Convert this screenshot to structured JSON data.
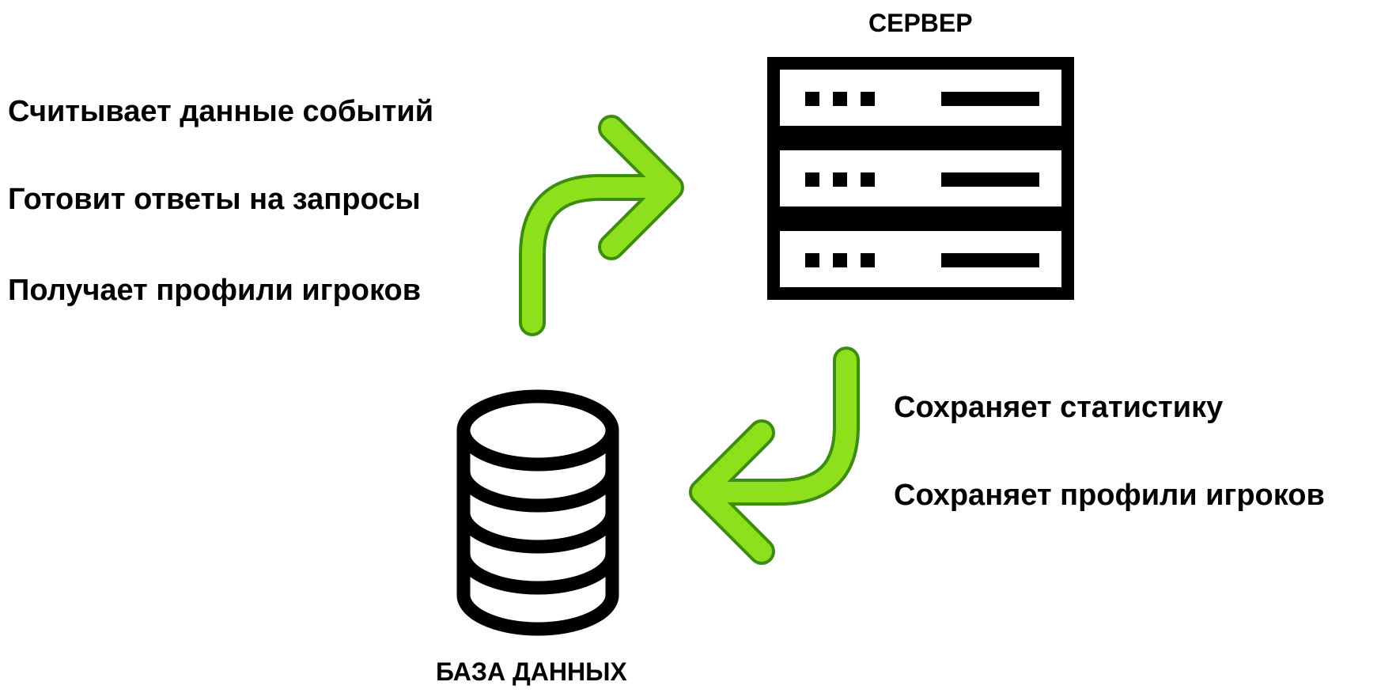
{
  "server": {
    "title": "СЕРВЕР",
    "icon": "server-rack-icon"
  },
  "database": {
    "title": "БАЗА ДАННЫХ",
    "icon": "database-icon"
  },
  "server_tasks": [
    "Считывает данные событий",
    "Готовит ответы на запросы",
    "Получает профили игроков"
  ],
  "database_tasks": [
    "Сохраняет статистику",
    "Сохраняет профили игроков"
  ],
  "arrows": {
    "to_server": "curved-arrow-up-right-icon",
    "to_database": "curved-arrow-down-left-icon"
  },
  "colors": {
    "arrow_fill": "#8ee01c",
    "arrow_stroke": "#3d8c12",
    "icon": "#000000",
    "text": "#000000"
  }
}
